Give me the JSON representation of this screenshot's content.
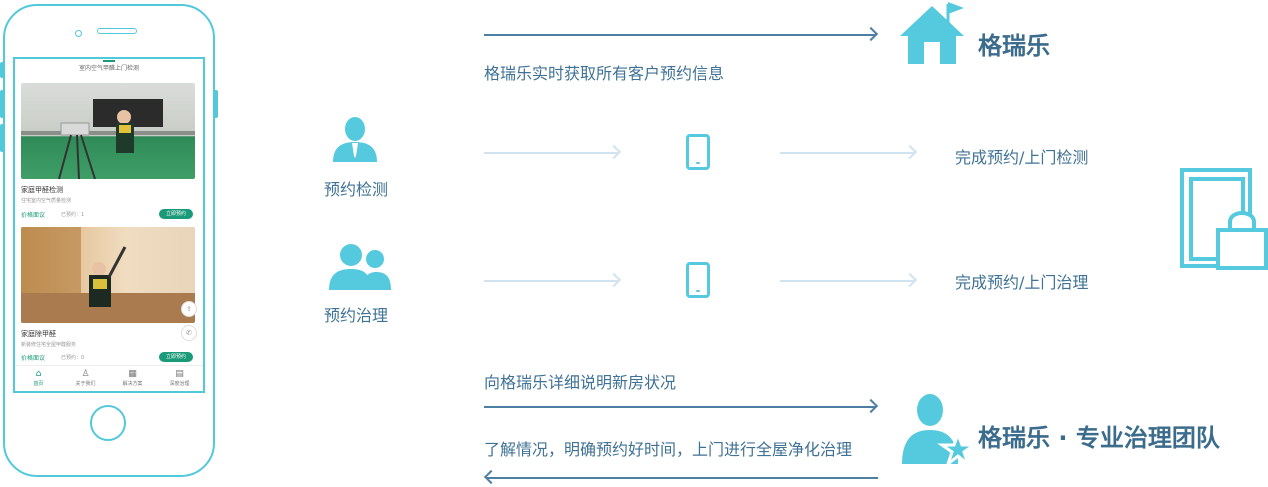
{
  "phone": {
    "screen_title": "室内空气甲醛上门检测",
    "cards": [
      {
        "title": "家庭甲醛检测",
        "subtitle": "住宅室内空气质量检测",
        "price": "价格面议",
        "count": "已预约：1",
        "button": "立即预约"
      },
      {
        "title": "家庭除甲醛",
        "subtitle": "新装修住宅全屋甲醛服务",
        "price": "价格面议",
        "count": "已预约：0",
        "button": "立即预约"
      }
    ],
    "tabs": [
      {
        "label": "首页",
        "icon": "home-icon",
        "glyph": "⌂"
      },
      {
        "label": "关于我们",
        "icon": "user-icon",
        "glyph": "♙"
      },
      {
        "label": "解决方案",
        "icon": "grid-icon",
        "glyph": "▦"
      },
      {
        "label": "深度治理",
        "icon": "document-icon",
        "glyph": "▤"
      }
    ]
  },
  "flow": {
    "top_text": "格瑞乐实时获取所有客户预约信息",
    "brand_top": "格瑞乐",
    "left_labels": [
      "预约检测",
      "预约治理"
    ],
    "right_labels": [
      "完成预约/上门检测",
      "完成预约/上门治理"
    ],
    "bottom_text_1": "向格瑞乐详细说明新房状况",
    "bottom_text_2": "了解情况，明确预约好时间，上门进行全屋净化治理",
    "brand_bottom": "格瑞乐 · 专业治理团队"
  },
  "colors": {
    "accent": "#52c8db",
    "arrow_dark": "#4c7fa1",
    "arrow_light": "#cfe4ef",
    "text": "#3f7294",
    "app_green": "#1a9a78"
  }
}
